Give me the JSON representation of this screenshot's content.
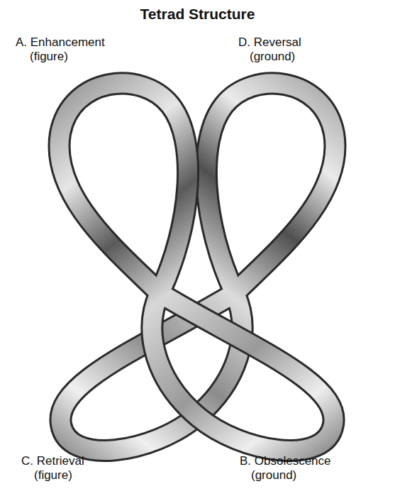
{
  "diagram": {
    "title": "Tetrad Structure",
    "labels": [
      "A. Enhancement",
      "(figure)",
      "D. Reversal",
      "(ground)",
      "C. Retrieval",
      "(figure)",
      "B. Obsolescence",
      "(ground)"
    ]
  }
}
